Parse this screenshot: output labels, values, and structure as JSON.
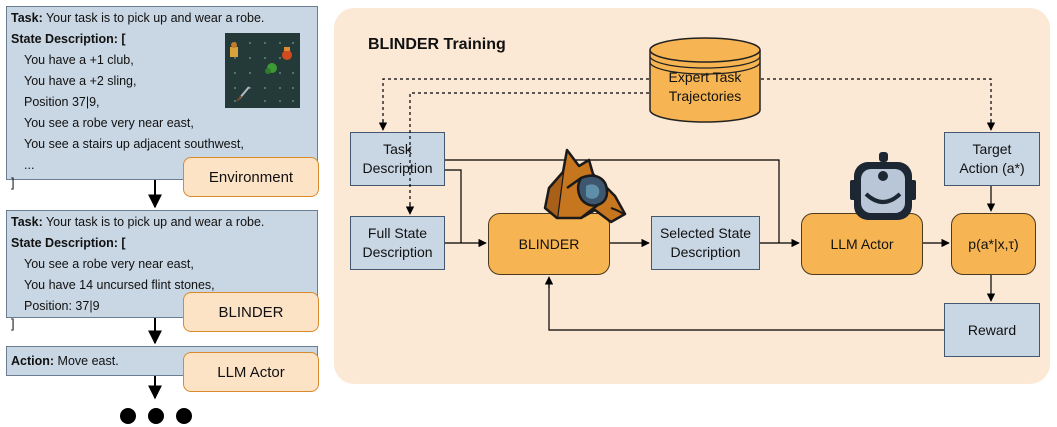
{
  "left": {
    "box1": {
      "task_label": "Task:",
      "task_text": " Your task is to pick up and wear a robe.",
      "state_label": "State Description: [",
      "lines": [
        "You have a +1 club,",
        "You have a +2 sling,",
        "Position 37|9,",
        "You see a robe very near east,",
        "You see a stairs up adjacent southwest,",
        "..."
      ],
      "close": "]",
      "tag": "Environment"
    },
    "box2": {
      "task_label": "Task:",
      "task_text": " Your task is to pick up and wear a robe.",
      "state_label": "State Description: [",
      "lines": [
        "You see a robe very near east,",
        "You have 14 uncursed flint stones,",
        "Position: 37|9"
      ],
      "close": "]",
      "tag": "BLINDER"
    },
    "box3": {
      "action_label": "Action:",
      "action_text": " Move east.",
      "tag": "LLM Actor"
    }
  },
  "panel": {
    "title": "BLINDER Training",
    "expert": [
      "Expert Task",
      "Trajectories"
    ],
    "task_desc": [
      "Task",
      "Description"
    ],
    "full_state": [
      "Full State",
      "Description"
    ],
    "blinder": "BLINDER",
    "selected_state": [
      "Selected State",
      "Description"
    ],
    "llm_actor": "LLM Actor",
    "target_action": [
      "Target",
      "Action (a*)"
    ],
    "prob": "p(a*|x,τ)",
    "reward": "Reward"
  },
  "colors": {
    "blue_fill": "#c9d6e3",
    "orange_fill": "#f6b552",
    "tag_fill": "#fde3c6",
    "panel_fill": "#fbe9d6"
  },
  "icons": [
    "game-map-thumbnail",
    "horse-blinders-icon",
    "robot-icon",
    "database-icon"
  ]
}
